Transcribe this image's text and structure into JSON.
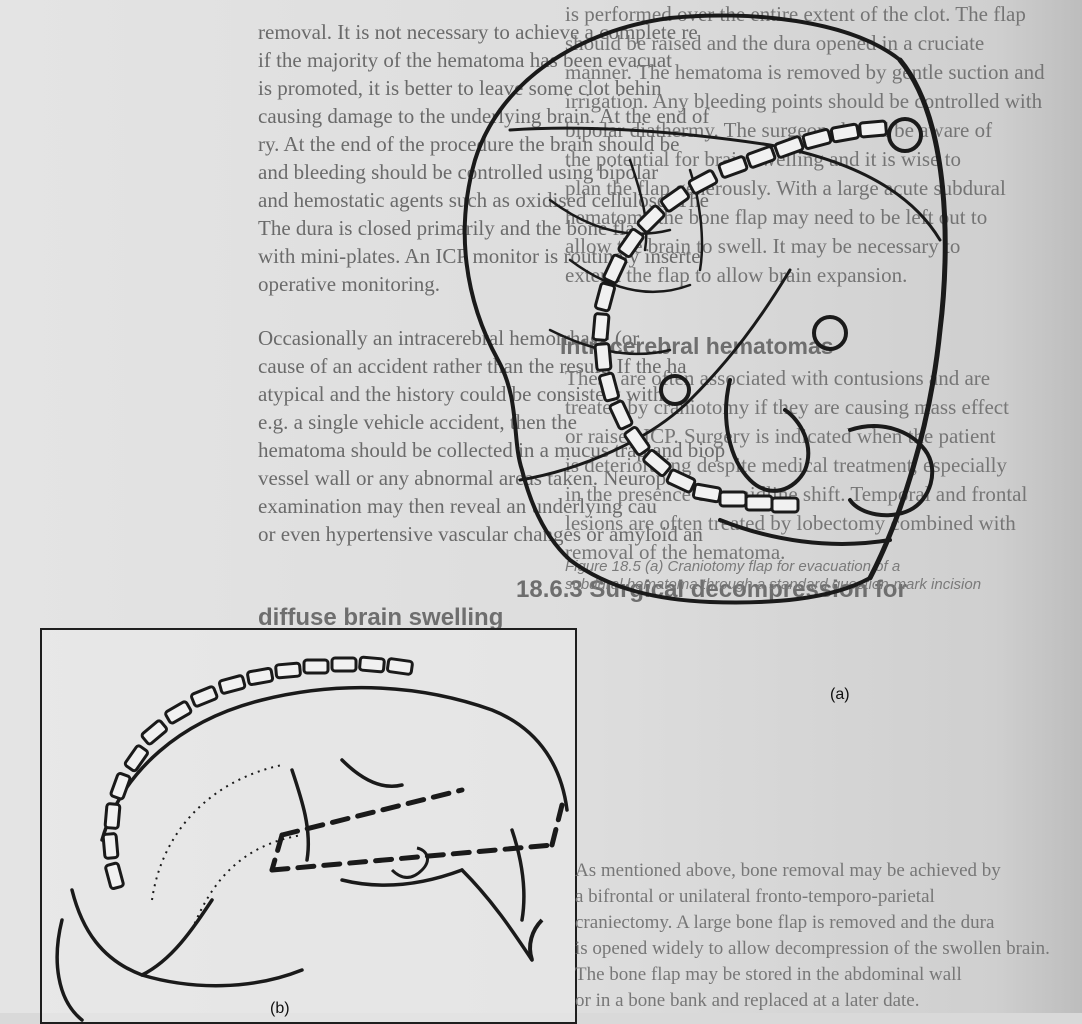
{
  "left_column_top": [
    "removal. It is not necessary to achieve a complete re",
    "if the majority of the hematoma has been evacuat",
    "is promoted, it is better to leave some clot behin",
    "causing damage to the underlying brain. At the end of",
    "ry. At the end of the procedure the brain should be",
    "and bleeding should be controlled using bipolar",
    "and hemostatic agents such as oxidised cellulose. The",
    "The dura is closed primarily and the bone fla",
    "with mini-plates. An ICP monitor is routinely inserte",
    "operative monitoring."
  ],
  "left_column_mid": [
    "Occasionally an intracerebral hemorrhage (or",
    "cause of an accident rather than the result. If the ha",
    "atypical and the history could be consistent with",
    "e.g. a single vehicle accident, then the",
    "hematoma should be collected in a mucus trap and biop",
    "vessel wall or any abnormal areas taken. Neuropa",
    "examination may then reveal an underlying cau",
    "or even hypertensive vascular changes or amyloid an"
  ],
  "left_heading": {
    "line1": "18.6.3 Surgical decompression for",
    "line2": "diffuse brain swelling"
  },
  "right_column": [
    "is performed over the entire extent of the clot. The flap",
    "should be raised and the dura opened in a cruciate",
    "manner. The hematoma is removed by gentle suction and",
    "irrigation. Any bleeding points should be controlled with",
    "bipolar diathermy. The surgeon should be aware of",
    "the potential for brain swelling and it is wise to",
    "plan the flap generously. With a large acute subdural",
    "hematoma the bone flap may need to be left out to",
    "allow the brain to swell. It may be necessary to",
    "extend the flap to allow brain expansion."
  ],
  "right_heading": "Intracerebral hematomas",
  "right_column_2": [
    "These are often associated with contusions and are",
    "treated by craniotomy if they are causing mass effect",
    "or raised ICP. Surgery is indicated when the patient",
    "is deteriorating despite medical treatment, especially",
    "in the presence of a midline shift. Temporal and frontal",
    "lesions are often treated by lobectomy combined with",
    "removal of the hematoma."
  ],
  "caption_small": [
    "Figure 18.5 (a) Craniotomy flap for evacuation of a",
    "subdural hematoma through a standard question-mark incision"
  ],
  "bottom_right": [
    "As mentioned above, bone removal may be achieved by",
    "a bifrontal or unilateral fronto-temporo-parietal",
    "craniectomy. A large bone flap is removed and the dura",
    "is opened widely to allow decompression of the swollen brain.",
    "The bone flap may be stored in the abdominal wall",
    "or in a bone bank and replaced at a later date."
  ],
  "figure_labels": {
    "a": "(a)",
    "b": "(b)"
  }
}
